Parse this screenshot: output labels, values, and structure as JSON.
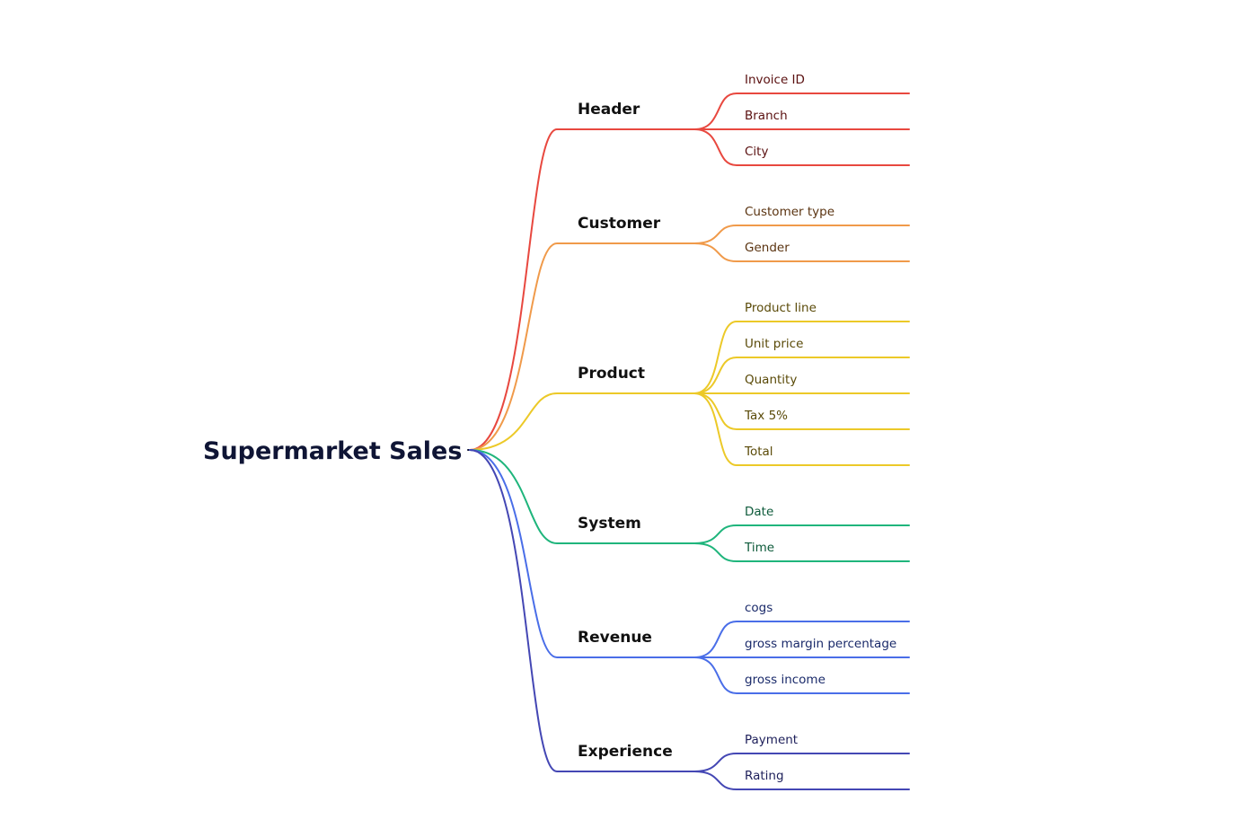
{
  "mindmap": {
    "root": {
      "label": "Supermarket Sales",
      "color": "#0f1535"
    },
    "branches": [
      {
        "label": "Header",
        "color": "#e8483f",
        "text_color": "#5a1010",
        "children": [
          "Invoice ID",
          "Branch",
          "City"
        ]
      },
      {
        "label": "Customer",
        "color": "#f09a4a",
        "text_color": "#5a3310",
        "children": [
          "Customer type",
          "Gender"
        ]
      },
      {
        "label": "Product",
        "color": "#ecc928",
        "text_color": "#5a4a08",
        "children": [
          "Product line",
          "Unit price",
          "Quantity",
          "Tax 5%",
          "Total"
        ]
      },
      {
        "label": "System",
        "color": "#1fb57c",
        "text_color": "#0d5a3a",
        "children": [
          "Date",
          "Time"
        ]
      },
      {
        "label": "Revenue",
        "color": "#4a6ee8",
        "text_color": "#1a2a6a",
        "children": [
          "cogs",
          "gross margin percentage",
          "gross income"
        ]
      },
      {
        "label": "Experience",
        "color": "#4447b4",
        "text_color": "#1d1f5a",
        "children": [
          "Payment",
          "Rating"
        ]
      }
    ]
  }
}
